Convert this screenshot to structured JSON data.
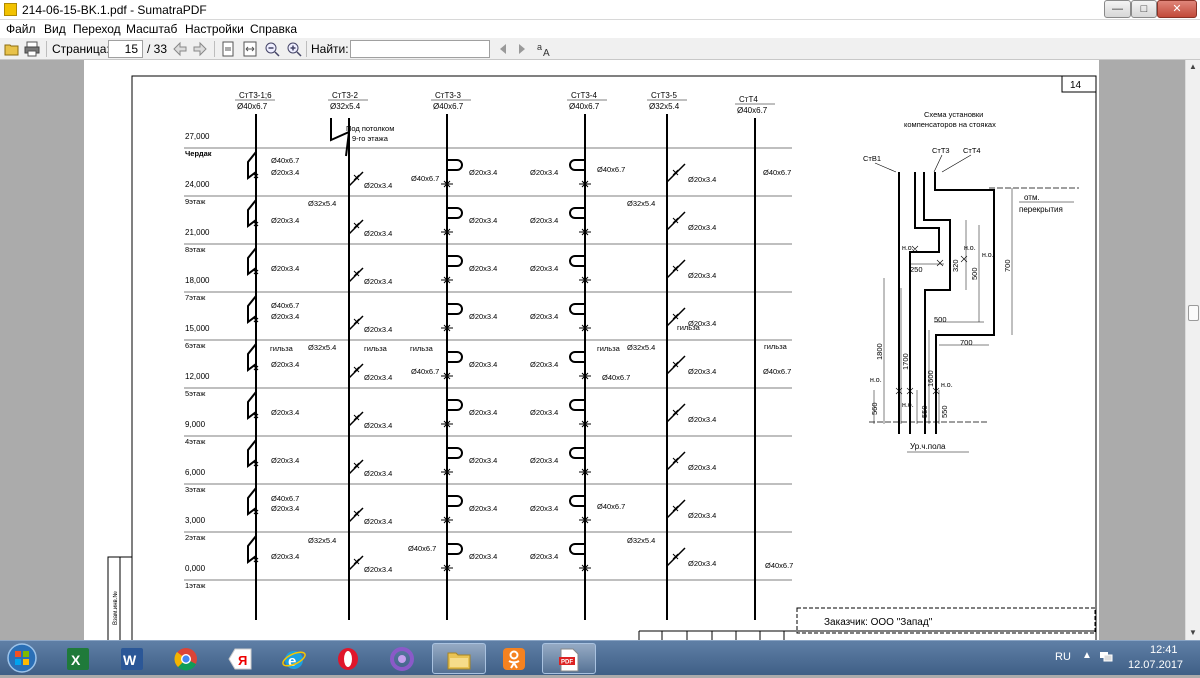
{
  "window": {
    "title": "214-06-15-BK.1.pdf - SumatraPDF",
    "minimize": "—",
    "maximize": "□",
    "close": "✕"
  },
  "menu": [
    "Файл",
    "Вид",
    "Переход",
    "Масштаб",
    "Настройки",
    "Справка"
  ],
  "toolbar": {
    "page_label": "Страница:",
    "page_value": "15",
    "page_total": "/ 33",
    "find_label": "Найти:",
    "find_value": ""
  },
  "drawing": {
    "sheet_number": "14",
    "risers": [
      {
        "name": "СтТ3-1;6",
        "diameter": "Ø40х6.7"
      },
      {
        "name": "СтТ3-2",
        "diameter": "Ø32х5.4"
      },
      {
        "name": "СтТ3-3",
        "diameter": "Ø40х6.7"
      },
      {
        "name": "СтТ3-4",
        "diameter": "Ø40х6.7"
      },
      {
        "name": "СтТ3-5",
        "diameter": "Ø32х5.4"
      },
      {
        "name": "СтТ4",
        "diameter": "Ø40х6.7"
      }
    ],
    "levels": [
      {
        "elev": "27,000",
        "floor": "Чердак"
      },
      {
        "elev": "24,000",
        "floor": "9этаж"
      },
      {
        "elev": "21,000",
        "floor": "8этаж"
      },
      {
        "elev": "18,000",
        "floor": "7этаж"
      },
      {
        "elev": "15,000",
        "floor": "6этаж"
      },
      {
        "elev": "12,000",
        "floor": "5этаж"
      },
      {
        "elev": "9,000",
        "floor": "4этаж"
      },
      {
        "elev": "6,000",
        "floor": "3этаж"
      },
      {
        "elev": "3,000",
        "floor": "2этаж"
      },
      {
        "elev": "0,000",
        "floor": "1этаж"
      }
    ],
    "labels": {
      "d20": "Ø20х3.4",
      "d40": "Ø40х6.7",
      "d32": "Ø32х5.4",
      "sleeve": "гильза",
      "ceiling_line1": "Под потолком",
      "ceiling_line2": "9-го этажа"
    },
    "scheme": {
      "title_line1": "Схема установки",
      "title_line2": "компенсаторов на стояках",
      "riser_b1": "СтВ1",
      "riser_t3": "СтТ3",
      "riser_t4": "СтТ4",
      "otm": "отм.",
      "slab": "перекрытия",
      "floor_level": "Ур.ч.пола",
      "no": "н.о.",
      "dims": [
        "250",
        "320",
        "500",
        "700",
        "500",
        "700",
        "1800",
        "1700",
        "1600",
        "560",
        "550",
        "550"
      ]
    },
    "side_stamp": "Взам.инв.№",
    "customer": "Заказчик: ООО \"Запад\""
  },
  "tray": {
    "lang": "RU",
    "time": "12:41",
    "date": "12.07.2017"
  }
}
